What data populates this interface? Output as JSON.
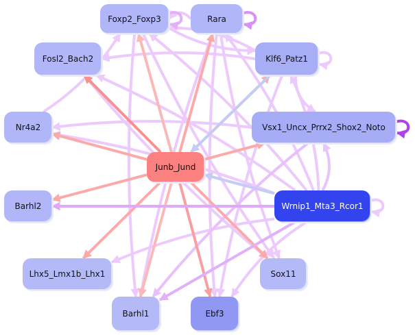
{
  "graph": {
    "type": "directed-network",
    "nodes": [
      {
        "id": "foxp2",
        "label": "Foxp2_Foxp3",
        "fill": "#b0b6f8",
        "text": "#111111"
      },
      {
        "id": "rara",
        "label": "Rara",
        "fill": "#b0b6f8",
        "text": "#111111"
      },
      {
        "id": "fosl2",
        "label": "Fosl2_Bach2",
        "fill": "#b0b6f8",
        "text": "#111111"
      },
      {
        "id": "klf6",
        "label": "Klf6_Patz1",
        "fill": "#a8aef6",
        "text": "#111111"
      },
      {
        "id": "nr4a2",
        "label": "Nr4a2",
        "fill": "#b0b6f8",
        "text": "#111111"
      },
      {
        "id": "vsx1",
        "label": "Vsx1_Uncx_Prrx2_Shox2_Noto",
        "fill": "#a6acf6",
        "text": "#111111"
      },
      {
        "id": "junb",
        "label": "Junb_Jund",
        "fill": "#fb8080",
        "text": "#111111"
      },
      {
        "id": "barhl2",
        "label": "Barhl2",
        "fill": "#b0b6f8",
        "text": "#111111"
      },
      {
        "id": "wrnip1",
        "label": "Wrnip1_Mta3_Rcor1",
        "fill": "#3344ee",
        "text": "#ffffff"
      },
      {
        "id": "lhx5",
        "label": "Lhx5_Lmx1b_Lhx1",
        "fill": "#b4baf8",
        "text": "#111111"
      },
      {
        "id": "sox11",
        "label": "Sox11",
        "fill": "#b4baf8",
        "text": "#111111"
      },
      {
        "id": "barhl1",
        "label": "Barhl1",
        "fill": "#b4baf8",
        "text": "#111111"
      },
      {
        "id": "ebf3",
        "label": "Ebf3",
        "fill": "#9098f4",
        "text": "#111111"
      }
    ],
    "edges": [
      {
        "from": "junb",
        "to": "fosl2",
        "color": "#f89090"
      },
      {
        "from": "junb",
        "to": "nr4a2",
        "color": "#fbaaaa"
      },
      {
        "from": "junb",
        "to": "barhl2",
        "color": "#fbaaaa"
      },
      {
        "from": "junb",
        "to": "lhx5",
        "color": "#fbaaaa"
      },
      {
        "from": "junb",
        "to": "barhl1",
        "color": "#fbb8b8"
      },
      {
        "from": "junb",
        "to": "ebf3",
        "color": "#f8a0a0"
      },
      {
        "from": "junb",
        "to": "sox11",
        "color": "#fbaaaa"
      },
      {
        "from": "junb",
        "to": "vsx1",
        "color": "#fbaaaa"
      },
      {
        "from": "junb",
        "to": "foxp2",
        "color": "#fbb8b8"
      },
      {
        "from": "junb",
        "to": "rara",
        "color": "#fbaaaa"
      },
      {
        "from": "junb",
        "to": "klf6",
        "color": "#fbaaaa"
      },
      {
        "from": "klf6",
        "to": "junb",
        "color": "#c4ccf6"
      },
      {
        "from": "wrnip1",
        "to": "junb",
        "color": "#c4ccf6"
      },
      {
        "from": "wrnip1",
        "to": "barhl2",
        "color": "#e0a8f8"
      },
      {
        "from": "wrnip1",
        "to": "vsx1",
        "color": "#e8c4fa"
      },
      {
        "from": "wrnip1",
        "to": "lhx5",
        "color": "#eccafb"
      },
      {
        "from": "wrnip1",
        "to": "barhl1",
        "color": "#e0b0f8"
      },
      {
        "from": "wrnip1",
        "to": "ebf3",
        "color": "#eccafb"
      },
      {
        "from": "wrnip1",
        "to": "nr4a2",
        "color": "#eccafb"
      },
      {
        "from": "wrnip1",
        "to": "fosl2",
        "color": "#eccafb"
      },
      {
        "from": "wrnip1",
        "to": "foxp2",
        "color": "#eccafb"
      },
      {
        "from": "wrnip1",
        "to": "rara",
        "color": "#eccafb"
      },
      {
        "from": "wrnip1",
        "to": "klf6",
        "color": "#eccafb"
      },
      {
        "from": "foxp2",
        "to": "barhl1",
        "color": "#eccafb"
      },
      {
        "from": "foxp2",
        "to": "klf6",
        "color": "#eccafb"
      },
      {
        "from": "foxp2",
        "to": "sox11",
        "color": "#eccafb"
      },
      {
        "from": "rara",
        "to": "foxp2",
        "color": "#eccafb"
      },
      {
        "from": "rara",
        "to": "ebf3",
        "color": "#eccafb"
      },
      {
        "from": "rara",
        "to": "sox11",
        "color": "#eccafb"
      },
      {
        "from": "rara",
        "to": "barhl1",
        "color": "#eccafb"
      },
      {
        "from": "klf6",
        "to": "fosl2",
        "color": "#eccafb"
      },
      {
        "from": "klf6",
        "to": "vsx1",
        "color": "#eccafb"
      },
      {
        "from": "klf6",
        "to": "foxp2",
        "color": "#eccafb"
      },
      {
        "from": "klf6",
        "to": "ebf3",
        "color": "#eccafb"
      },
      {
        "from": "nr4a2",
        "to": "foxp2",
        "color": "#eccafb"
      },
      {
        "from": "fosl2",
        "to": "sox11",
        "color": "#eccafb"
      },
      {
        "from": "vsx1",
        "to": "nr4a2",
        "color": "#eccafb"
      },
      {
        "from": "vsx1",
        "to": "barhl1",
        "color": "#e8c0fa"
      }
    ],
    "self_loops": [
      {
        "node": "foxp2",
        "color": "#e0b0f8"
      },
      {
        "node": "rara",
        "color": "#d890f6"
      },
      {
        "node": "klf6",
        "color": "#eccafb"
      },
      {
        "node": "vsx1",
        "color": "#b040e8"
      },
      {
        "node": "wrnip1",
        "color": "#eccafb"
      }
    ]
  }
}
